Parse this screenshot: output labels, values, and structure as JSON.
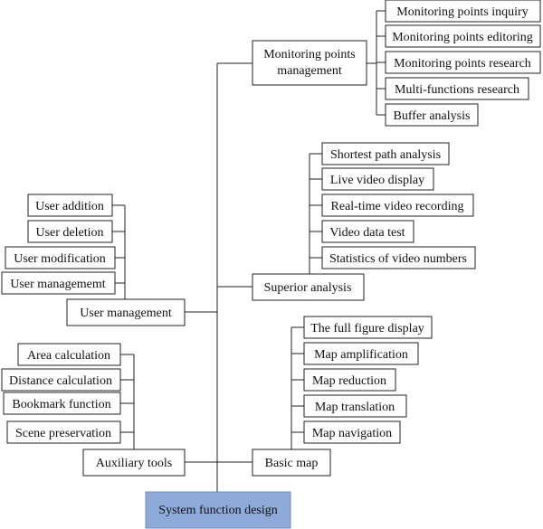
{
  "diagram": {
    "root": "System function design",
    "branches": {
      "monitoring": {
        "label_line1": "Monitoring points",
        "label_line2": "management",
        "children": [
          "Monitoring points inquiry",
          "Monitoring points editoring",
          "Monitoring points research",
          "Multi-functions research",
          "Buffer analysis"
        ]
      },
      "superior": {
        "label": "Superior analysis",
        "children": [
          "Shortest path analysis",
          "Live video display",
          "Real-time video recording",
          "Video data test",
          "Statistics of video numbers"
        ]
      },
      "user": {
        "label": "User management",
        "children": [
          "User addition",
          "User deletion",
          "User modification",
          "User managememt"
        ]
      },
      "basic": {
        "label": "Basic map",
        "children": [
          "The full figure display",
          "Map amplification",
          "Map reduction",
          "Map translation",
          "Map navigation"
        ]
      },
      "auxiliary": {
        "label": "Auxiliary tools",
        "children": [
          "Area calculation",
          "Distance calculation",
          "Bookmark function",
          "Scene preservation"
        ]
      }
    }
  }
}
